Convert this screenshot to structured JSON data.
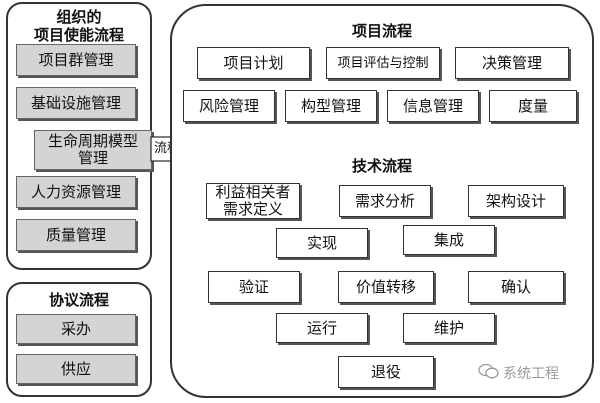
{
  "left_top_panel": {
    "title_line1": "组织的",
    "title_line2": "项目使能流程",
    "items": [
      "项目群管理",
      "基础设施管理",
      "生命周期模型管理",
      "人力资源管理",
      "质量管理"
    ]
  },
  "left_bottom_panel": {
    "title": "协议流程",
    "items": [
      "采办",
      "供应"
    ]
  },
  "arrow": {
    "label": "流程指南"
  },
  "right_panel": {
    "project_title": "项目流程",
    "project_items": [
      "项目计划",
      "项目评估与控制",
      "决策管理",
      "风险管理",
      "构型管理",
      "信息管理",
      "度量"
    ],
    "tech_title": "技术流程",
    "tech_items": [
      "利益相关者需求定义",
      "需求分析",
      "架构设计",
      "实现",
      "集成",
      "验证",
      "价值转移",
      "确认",
      "运行",
      "维护",
      "退役"
    ]
  },
  "watermark": {
    "text": "系统工程"
  },
  "colors": {
    "box_gray": "#d4d4d4",
    "border": "#333333",
    "watermark": "#9a9a9a"
  }
}
